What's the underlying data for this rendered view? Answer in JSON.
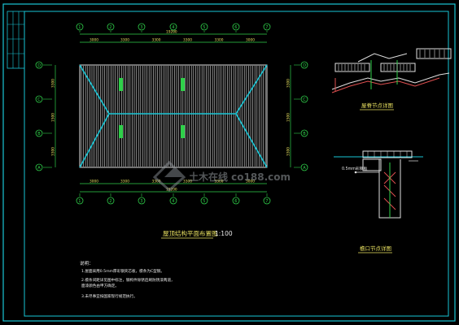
{
  "drawing": {
    "plan_title": "屋顶结构平面布置图",
    "plan_scale": "1:100",
    "detail_a_title": "屋脊节点详图",
    "detail_b_title": "檐口节点详图",
    "elevation_label": "0.5mm彩钢板",
    "top_dims": [
      "3000",
      "3300",
      "3300",
      "3300",
      "3300",
      "3000"
    ],
    "top_total": "19200",
    "bottom_dims": [
      "3000",
      "3300",
      "3300",
      "3300",
      "3300",
      "3000"
    ],
    "bottom_total": "19200",
    "left_dims": [
      "3300",
      "1500",
      "3300"
    ],
    "right_dims": [
      "3300",
      "1500",
      "3300"
    ],
    "top_axes": [
      "1",
      "2",
      "3",
      "4",
      "5",
      "6",
      "7"
    ],
    "bottom_axes": [
      "1",
      "2",
      "3",
      "4",
      "5",
      "6",
      "7"
    ],
    "left_axes": [
      "D",
      "C",
      "B",
      "A"
    ],
    "right_axes": [
      "D",
      "C",
      "B",
      "A"
    ],
    "notes_heading": "说明：",
    "notes": [
      "1.屋面采用0.5mm厚彩钢夹芯板，檩条为C型钢。",
      "2.檩条间距详见图中标注，钢构件除锈后刷防锈漆两道，",
      "  面漆颜色由甲方确定。",
      "3.未尽事宜按国家现行规范执行。"
    ],
    "watermark": "土木在线 co188.com"
  },
  "colors": {
    "background": "#000000",
    "frame": "#19c6d6",
    "dimension": "#2fd04a",
    "text": "#e8e060",
    "roof_hatch": "#d8d8d8"
  }
}
